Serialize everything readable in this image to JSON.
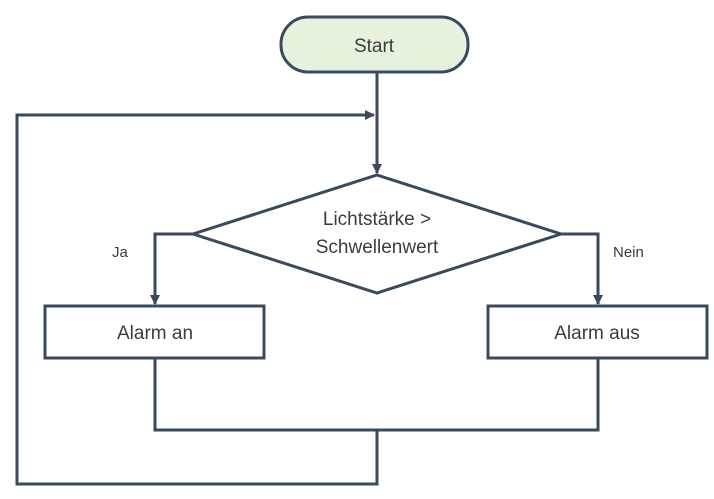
{
  "nodes": {
    "start": {
      "label": "Start",
      "fill": "#e6f2de"
    },
    "decision": {
      "line1": "Lichtstärke >",
      "line2": "Schwellenwert"
    },
    "alarm_on": {
      "label": "Alarm an"
    },
    "alarm_off": {
      "label": "Alarm aus"
    }
  },
  "edges": {
    "yes": {
      "label": "Ja"
    },
    "no": {
      "label": "Nein"
    }
  },
  "colors": {
    "stroke": "#3a4a5c",
    "text": "#3c3c3c"
  }
}
